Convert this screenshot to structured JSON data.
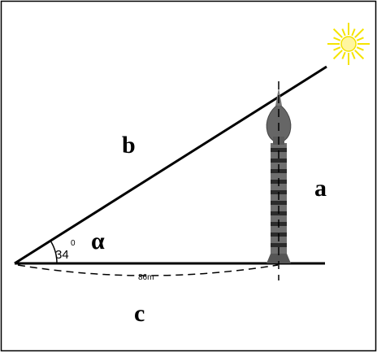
{
  "diagram": {
    "labels": {
      "hypotenuse": "b",
      "height": "a",
      "base": "c",
      "angle_symbol": "α",
      "angle_value": "34",
      "angle_unit": "0",
      "distance": "86m"
    },
    "colors": {
      "frame": "#000000",
      "lines": "#000000",
      "tower": "#6e6e6e",
      "tower_stripe": "#2b2b2b",
      "sun_rays": "#f5e400",
      "sun_core": "#fff9a8"
    },
    "icons": [
      "sun-icon",
      "tower-icon"
    ]
  }
}
